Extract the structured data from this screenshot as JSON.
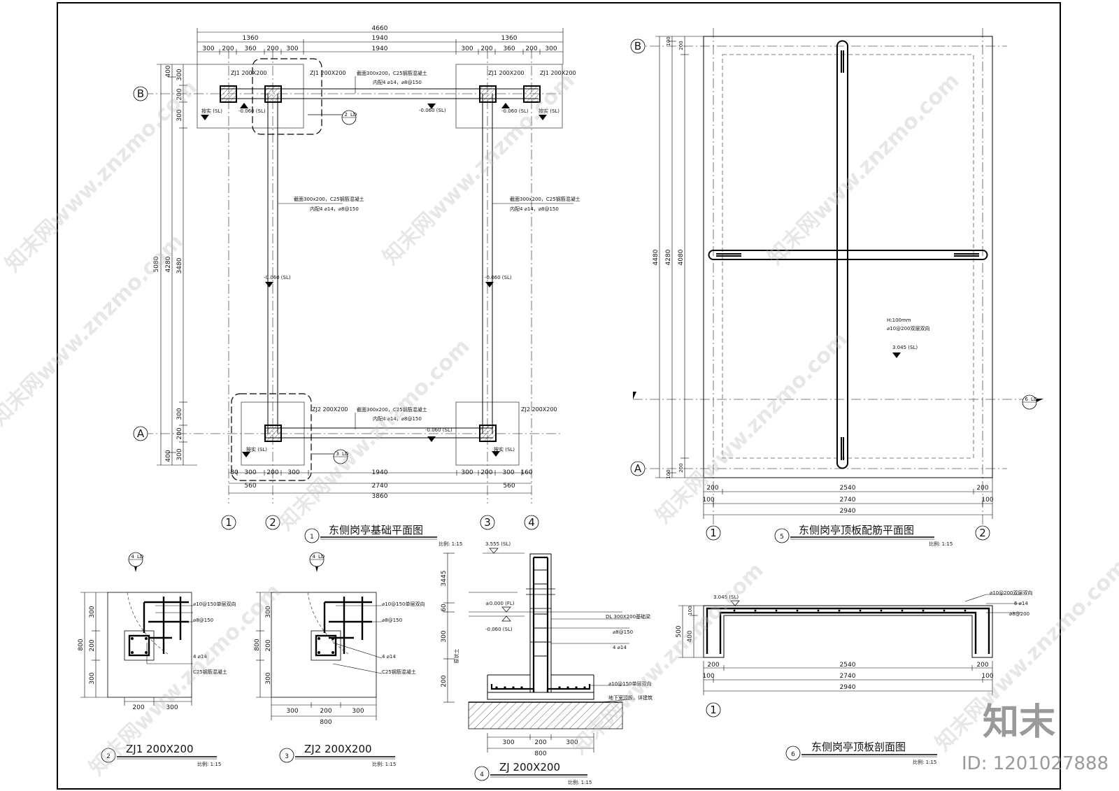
{
  "views": {
    "v1": {
      "num": "1",
      "title": "东侧岗亭基础平面图",
      "scale": "比例: 1:15"
    },
    "v2": {
      "num": "2",
      "title": "ZJ1  200X200",
      "scale": "比例: 1:15"
    },
    "v3": {
      "num": "3",
      "title": "ZJ2  200X200",
      "scale": "比例: 1:15"
    },
    "v4": {
      "num": "4",
      "title": "ZJ  200X200",
      "scale": "比例: 1:15"
    },
    "v5": {
      "num": "5",
      "title": "东侧岗亭顶板配筋平面图",
      "scale": "比例: 1:15"
    },
    "v6": {
      "num": "6",
      "title": "东侧岗亭顶板剖面图",
      "scale": "比例: 1:15"
    }
  },
  "plan": {
    "top_dims": {
      "total": "4660",
      "row2": [
        "1360",
        "1940",
        "1360"
      ],
      "row3": [
        "300",
        "200",
        "360",
        "200",
        "300",
        "1940",
        "300",
        "200",
        "360",
        "200",
        "300"
      ]
    },
    "left_dims": {
      "outer": "5080",
      "middle": "4280",
      "inner": [
        "300",
        "200",
        "300",
        "3480",
        "300",
        "200",
        "300"
      ],
      "side": [
        "400",
        "400"
      ]
    },
    "bottom_dims": {
      "row1": [
        "80",
        "300",
        "200",
        "300",
        "1940",
        "300",
        "200",
        "300",
        "160"
      ],
      "row2": [
        "560",
        "2740",
        "560"
      ],
      "row3": "3860"
    },
    "axes_letters": [
      "B",
      "A"
    ],
    "axes_numbers": [
      "1",
      "2",
      "3",
      "4"
    ],
    "column_labels": {
      "zj1": "ZJ1  200X200",
      "zj2": "ZJ2  200X200"
    },
    "beam_note_h": {
      "line1": "截面300x200，C25钢筋混凝土",
      "line2": "内配4 ⌀14，⌀8@150"
    },
    "elev": "-0.060 (SL)",
    "pressure": "按实 (SL)",
    "callouts": [
      {
        "num": "2",
        "ref": "LD"
      },
      {
        "num": "3",
        "ref": "LD"
      }
    ]
  },
  "slab_plan": {
    "left_dims": {
      "outer": "4480",
      "middle": "4280",
      "inner": "4080",
      "ends": [
        "100",
        "200",
        "200",
        "100"
      ]
    },
    "bottom_dims": {
      "row1": [
        "200",
        "2540",
        "200"
      ],
      "row2": [
        "100",
        "2740",
        "100"
      ],
      "row3": "2940"
    },
    "axes_letters": [
      "B",
      "A"
    ],
    "axes_numbers": [
      "1",
      "2"
    ],
    "note": {
      "line1": "H:100mm",
      "line2": "⌀10@200双层双向"
    },
    "elev": "3.045 (SL)",
    "callout": {
      "num": "6",
      "ref": "LD"
    }
  },
  "zj1_detail": {
    "callout": {
      "num": "4",
      "ref": "LD"
    },
    "labels": [
      "⌀10@150单层双向",
      "⌀8@150",
      "4 ⌀14",
      "C25钢筋混凝土"
    ],
    "left_dims": [
      "300",
      "200",
      "300"
    ],
    "left_total": "800",
    "bottom_dims": [
      "200",
      "300"
    ]
  },
  "zj2_detail": {
    "callout": {
      "num": "4",
      "ref": "LD"
    },
    "labels": [
      "⌀10@150单层双向",
      "⌀8@150",
      "4 ⌀14",
      "C25钢筋混凝土"
    ],
    "left_dims": [
      "300",
      "200",
      "300"
    ],
    "left_total": "800",
    "bottom_dims": [
      "300",
      "200",
      "300"
    ],
    "bottom_total": "800"
  },
  "zj_section": {
    "top_elev": "3.555 (SL)",
    "ground_elev": "±0.000 (FL)",
    "base_elev": "-0.060 (SL)",
    "left_dims": [
      "3445",
      "60",
      "300",
      "200"
    ],
    "side_text": "原状土",
    "labels": [
      "DL  300X200基础梁",
      "⌀8@150",
      "4 ⌀14",
      "⌀10@150单层双向",
      "地下室顶板，详建筑"
    ],
    "bottom_dims": [
      "300",
      "200",
      "300"
    ],
    "bottom_total": "800"
  },
  "slab_section": {
    "elev": "3.045 (SL)",
    "labels": [
      "⌀10@200双层双向",
      "6 ⌀14",
      "⌀8@200"
    ],
    "left_dims": [
      "100",
      "400"
    ],
    "left_total": "500",
    "bottom_dims": {
      "row1": [
        "200",
        "2540",
        "200"
      ],
      "row2": [
        "100",
        "2740",
        "100"
      ],
      "row3": "2940"
    },
    "axis": "1"
  },
  "watermark": {
    "text": "知末网www.znzmo.com",
    "logo": "知末",
    "id": "ID: 1201027888"
  }
}
